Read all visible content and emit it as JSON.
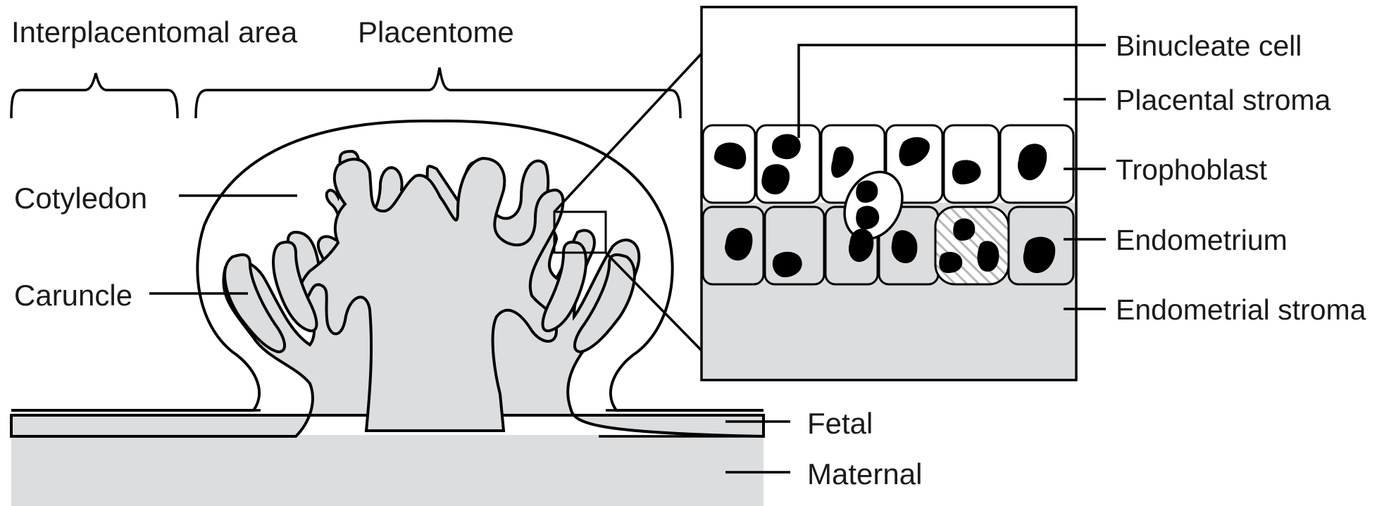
{
  "labels": {
    "interplacentomal_area": "Interplacentomal area",
    "placentome": "Placentome",
    "cotyledon": "Cotyledon",
    "caruncle": "Caruncle",
    "fetal": "Fetal",
    "maternal": "Maternal",
    "binucleate_cell": "Binucleate cell",
    "placental_stroma": "Placental stroma",
    "trophoblast": "Trophoblast",
    "endometrium": "Endometrium",
    "endometrial_stroma": "Endometrial stroma"
  },
  "colors": {
    "maternal_tissue": "#dcdddf",
    "fetal_tissue": "#ffffff",
    "outline": "#000000",
    "nucleus": "#000000"
  }
}
